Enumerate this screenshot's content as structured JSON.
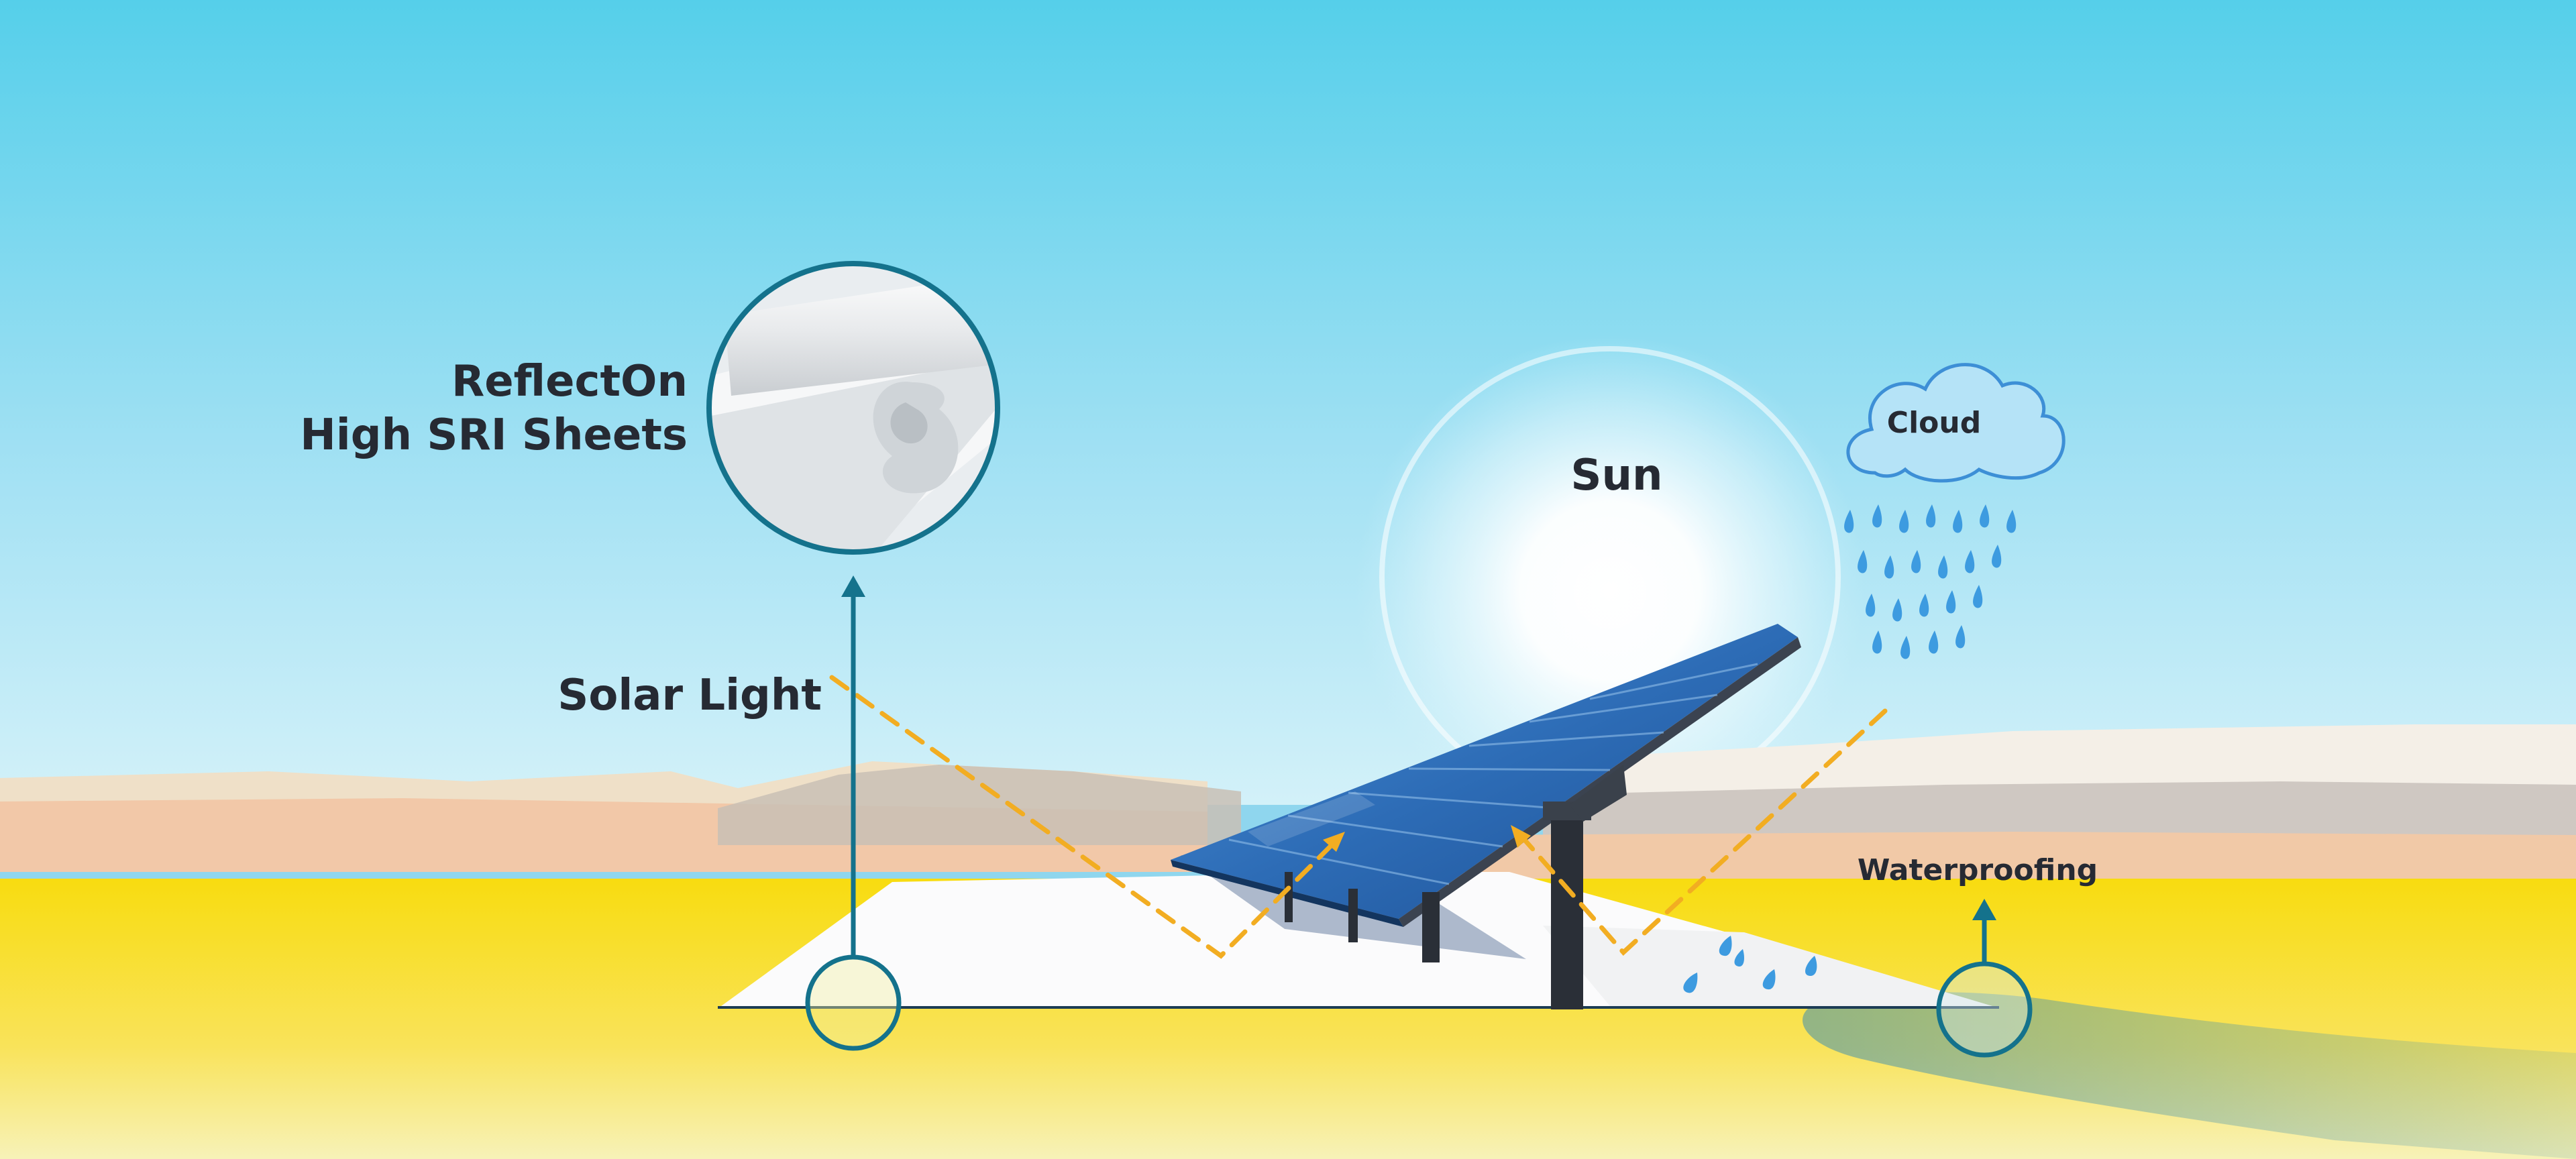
{
  "labels": {
    "product_line1": "ReflectOn",
    "product_line2": "High SRI Sheets",
    "solar_light": "Solar Light",
    "sun": "Sun",
    "cloud": "Cloud",
    "waterproofing": "Waterproofing"
  },
  "colors": {
    "sky_top": "#55cfea",
    "sky_bottom": "#c4ecf7",
    "ground_yellow": "#f9df16",
    "reflected_ray": "#f2ad22",
    "indicator_teal": "#14728c",
    "panel_blue": "#2c66b0",
    "rain_blue": "#3d9be0",
    "membrane_white": "#fbfbfc",
    "text_dark": "#262a33"
  },
  "icons": [
    "sun-icon",
    "cloud-icon",
    "raindrop-icon",
    "solar-panel-icon",
    "membrane-roll-icon"
  ]
}
